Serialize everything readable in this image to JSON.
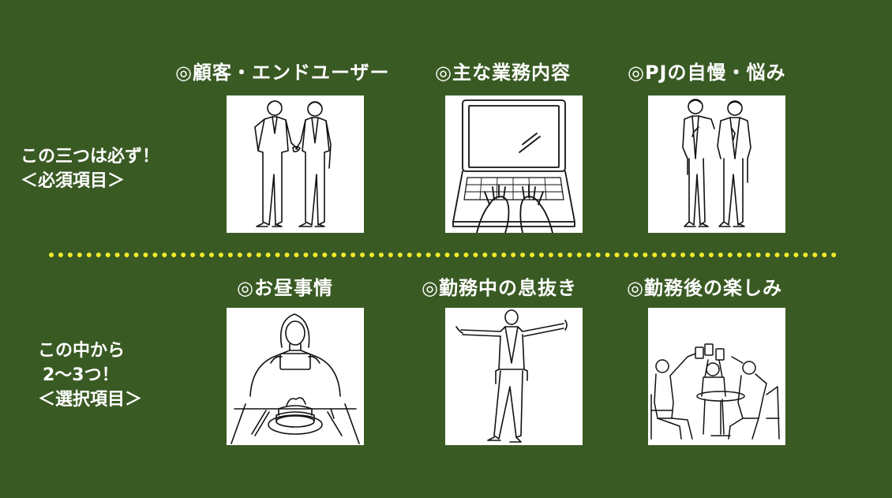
{
  "required_section": {
    "line1": "この三つは必ず！",
    "line2": "＜必須項目＞",
    "items": [
      {
        "title": "◎顧客・エンドユーザー",
        "icon": "handshake-illustration"
      },
      {
        "title": "◎主な業務内容",
        "icon": "laptop-typing-illustration"
      },
      {
        "title": "◎PJの自慢・悩み",
        "icon": "two-men-standing-illustration"
      }
    ]
  },
  "optional_section": {
    "line1": "この中から",
    "line2": "2〜3つ！",
    "line3": "＜選択項目＞",
    "items": [
      {
        "title": "◎お昼事情",
        "icon": "woman-photographing-pancakes-illustration"
      },
      {
        "title": "◎勤務中の息抜き",
        "icon": "man-stretching-illustration"
      },
      {
        "title": "◎勤務後の楽しみ",
        "icon": "people-toasting-illustration"
      }
    ]
  },
  "colors": {
    "background": "#3a5a24",
    "divider": "#f2ea2a",
    "text": "#ffffff"
  }
}
